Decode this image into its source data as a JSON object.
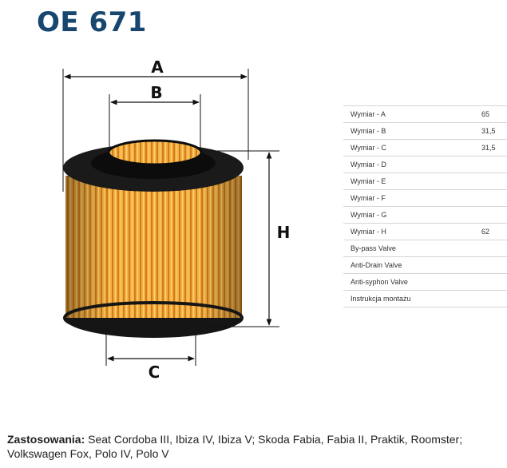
{
  "title": "OE 671",
  "dimension_labels": {
    "a": "A",
    "b": "B",
    "c": "C",
    "h": "H"
  },
  "specs": [
    {
      "label": "Wymiar - A",
      "value": "65"
    },
    {
      "label": "Wymiar - B",
      "value": "31,5"
    },
    {
      "label": "Wymiar - C",
      "value": "31,5"
    },
    {
      "label": "Wymiar - D",
      "value": ""
    },
    {
      "label": "Wymiar - E",
      "value": ""
    },
    {
      "label": "Wymiar - F",
      "value": ""
    },
    {
      "label": "Wymiar - G",
      "value": ""
    },
    {
      "label": "Wymiar - H",
      "value": "62"
    },
    {
      "label": "By-pass Valve",
      "value": ""
    },
    {
      "label": "Anti-Drain Valve",
      "value": ""
    },
    {
      "label": "Anti-syphon Valve",
      "value": ""
    },
    {
      "label": "Instrukcja montażu",
      "value": ""
    }
  ],
  "applications": {
    "label": "Zastosowania:",
    "text": " Seat Cordoba III, Ibiza IV, Ibiza V; Skoda Fabia, Fabia II, Praktik, Roomster; Volkswagen Fox, Polo IV, Polo V"
  },
  "colors": {
    "title": "#17466f",
    "filter_body": "#f2a532",
    "filter_pleat": "#c97416",
    "cap": "#151515"
  }
}
